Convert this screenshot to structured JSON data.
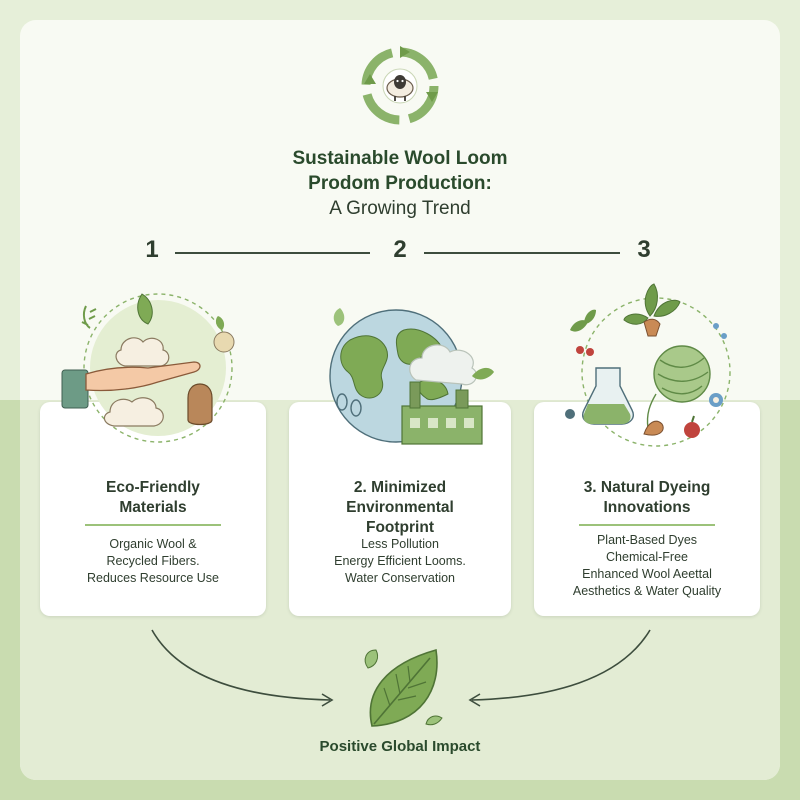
{
  "header": {
    "title_line1": "Sustainable Wool Loom",
    "title_line2": "Prodom Production:",
    "subtitle": "A Growing Trend"
  },
  "steps": [
    {
      "number": "1",
      "title_lines": [
        "Eco-Friendly",
        "Materials"
      ],
      "lines": [
        "Organic Wool &",
        "Recycled Fibers.",
        "Reduces Resource Use"
      ],
      "icon": "hand-with-wool-icon"
    },
    {
      "number": "2",
      "title_lines": [
        "2. Minimized",
        "Environmental",
        "Footprint"
      ],
      "lines": [
        "Less Pollution",
        "Energy Efficient Looms.",
        "Water Conservation"
      ],
      "icon": "globe-factory-icon"
    },
    {
      "number": "3",
      "title_lines": [
        "3. Natural Dyeing",
        "Innovations"
      ],
      "lines": [
        "Plant-Based Dyes",
        "Chemical-Free",
        "Enhanced Wool Aeettal",
        "Aesthetics & Water Quality"
      ],
      "icon": "plants-yarn-flask-icon"
    }
  ],
  "footer": {
    "label": "Positive Global Impact"
  },
  "colors": {
    "accent_green": "#6f9b4a",
    "dark_green": "#2a4a2c",
    "light_green": "#c9dcb0",
    "background": "#e6efd9"
  },
  "icons": [
    "recycle-sheep-icon",
    "hand-with-wool-icon",
    "globe-factory-icon",
    "plants-yarn-flask-icon",
    "leaf-icon"
  ]
}
